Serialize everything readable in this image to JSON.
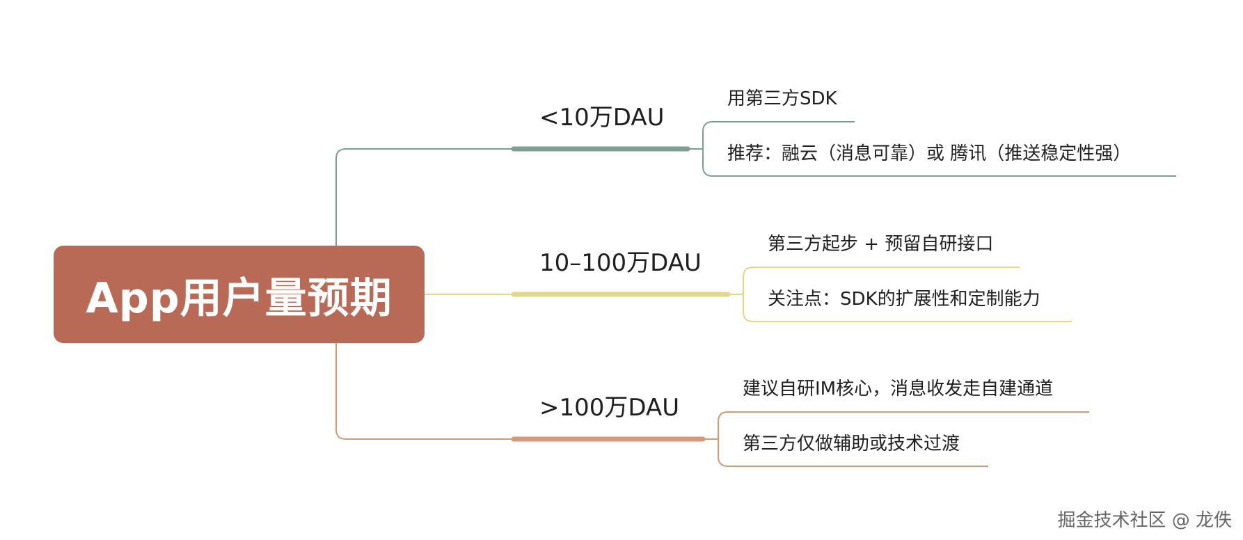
{
  "root": {
    "label": "App用户量预期",
    "color": "#b96a57"
  },
  "branches": [
    {
      "label": "<10万DAU",
      "color": "#7f9e93",
      "leaves": [
        "用第三方SDK",
        "推荐：融云（消息可靠）或 腾讯（推送稳定性强）"
      ]
    },
    {
      "label": "10–100万DAU",
      "color": "#e6d68c",
      "leaves": [
        "第三方起步 + 预留自研接口",
        "关注点：SDK的扩展性和定制能力"
      ]
    },
    {
      "label": ">100万DAU",
      "color": "#d39a7a",
      "leaves": [
        "建议自研IM核心，消息收发走自建通道",
        "第三方仅做辅助或技术过渡"
      ]
    }
  ],
  "watermark": "掘金技术社区 @ 龙佚"
}
